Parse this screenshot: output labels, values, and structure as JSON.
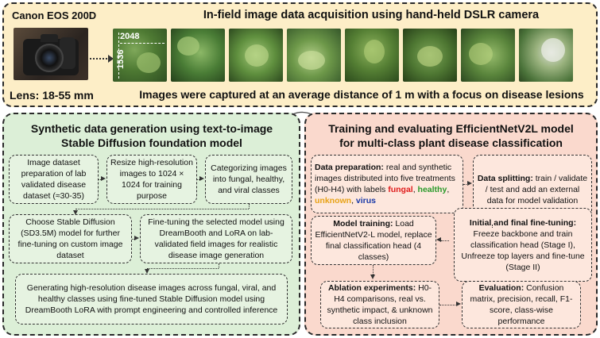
{
  "top": {
    "camera_name": "Canon EOS 200D",
    "title": "In-field image data acquisition using hand-held DSLR camera",
    "lens": "Lens: 18-55 mm",
    "image_width": "2048",
    "image_height": "1536",
    "capture_note": "Images were captured at an average distance of 1 m with a focus on disease lesions"
  },
  "left": {
    "title_line1": "Synthetic data generation using text-to-image",
    "title_line2": "Stable Diffusion foundation model",
    "box1": "Image dataset preparation of lab validated disease dataset (≈30-35)",
    "box2": "Resize high-resolution images to 1024 × 1024 for training purpose",
    "box3": "Categorizing images into fungal, healthy, and viral classes",
    "box4": "Choose Stable Diffusion (SD3.5M) model for further fine-tuning on custom image dataset",
    "box5": "Fine-tuning the selected model using DreamBooth and LoRA on lab-validated field images for realistic disease image generation",
    "box6": "Generating high-resolution disease images across fungal, viral, and healthy classes using fine-tuned Stable Diffusion model using DreamBooth LoRA with prompt engineering and controlled inference"
  },
  "right": {
    "title_line1": "Training and evaluating EfficientNetV2L model",
    "title_line2": "for multi-class plant disease classification",
    "prep_head": "Data preparation:",
    "prep_body": " real and synthetic images distributed into five treatments (H0-H4) with labels",
    "label_fungal": "fungal",
    "label_healthy": "healthy",
    "label_unknown": "unknown",
    "label_virus": "virus",
    "split_head": "Data splitting:",
    "split_body": " train / validate / test and add an external data for model validation",
    "train_head": "Model training:",
    "train_body": " Load EfficientNetV2-L model, replace final classification head (4 classes)",
    "fine_head": "Initial and final fine-tuning:",
    "fine_body": "Freeze backbone and train classification head (Stage I), Unfreeze top layers and fine-tune (Stage II)",
    "ablation_head": "Ablation experiments:",
    "ablation_body": " H0-H4 comparisons, real vs. synthetic impact, & unknown class inclusion",
    "eval_head": "Evaluation:",
    "eval_body": " Confusion matrix, precision, recall, F1-score, class-wise performance"
  },
  "icons": {
    "camera": "dslr-camera-icon",
    "leaf_photo": "leaf-photo-thumbnail",
    "cycle_arrow": "curved-arrow-icon"
  },
  "colors": {
    "top_bg": "#fdeec7",
    "left_bg": "#dcefd7",
    "right_bg": "#fad9cd",
    "fungal": "#e01c1c",
    "healthy": "#2a9a2a",
    "unknown": "#e8a317",
    "virus": "#1a3aa8"
  }
}
